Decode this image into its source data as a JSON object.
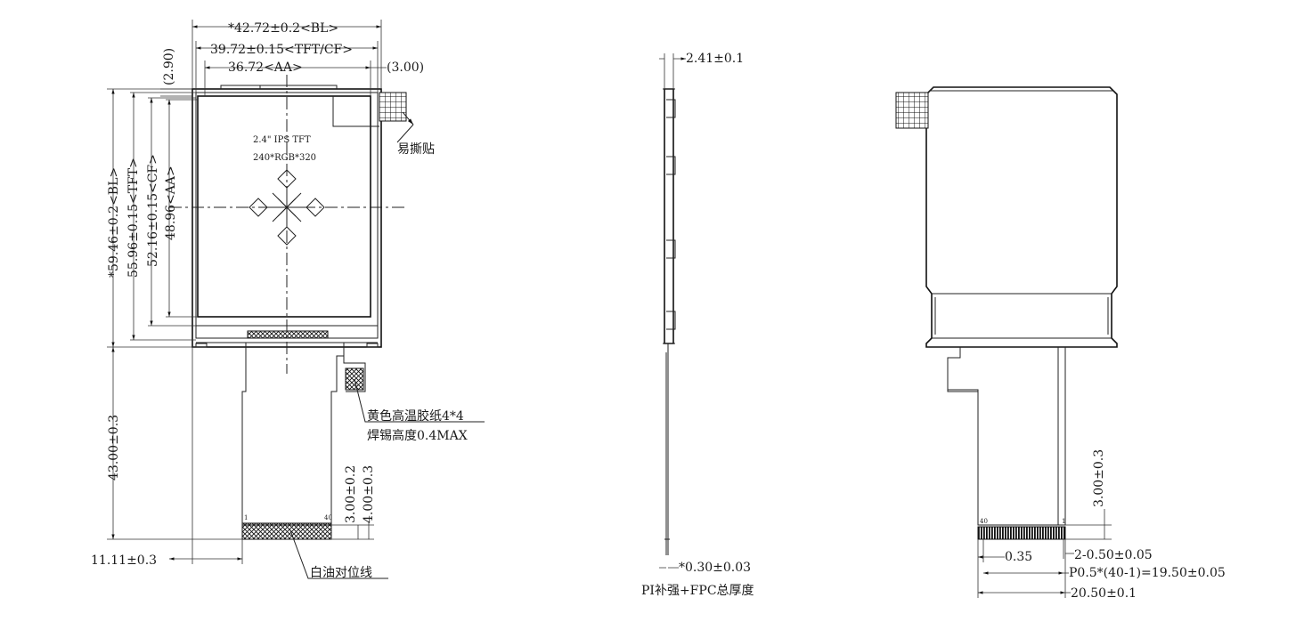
{
  "front_view": {
    "dim_bl_width": "*42.72±0.2<BL>",
    "dim_tft_width": "39.72±0.15<TFT/CF>",
    "dim_aa_width": "36.72<AA>",
    "dim_right_offset": "(3.00)",
    "dim_top_offset": "(2.90)",
    "dim_bl_height": "*59.46±0.2<BL>",
    "dim_tft_height": "55.96±0.15<TFT>",
    "dim_cf_height": "52.16±0.15<CF>",
    "dim_aa_height": "48.96<AA>",
    "panel_size": "2.4\" IPS TFT",
    "panel_resolution": "240*RGB*320",
    "easy_peel_label": "易撕贴",
    "fpc_length": "43.00±0.3",
    "fpc_offset": "11.11±0.3",
    "tape_note": "黄色高温胶纸4*4",
    "solder_note": "焊锡高度0.4MAX",
    "stiffener_3": "3.00±0.2",
    "stiffener_4": "4.00±0.3",
    "pin_first": "1",
    "pin_last": "40",
    "align_label": "白油对位线"
  },
  "side_view": {
    "dim_thickness": "2.41±0.1",
    "dim_fpc_thickness": "*0.30±0.03",
    "fpc_note": "PI补强+FPC总厚度"
  },
  "back_view": {
    "dim_stiffener": "3.00±0.3",
    "dim_pin_width": "2-0.50±0.05",
    "dim_gap": "0.35",
    "dim_pitch": "P0.5*(40-1)=19.50±0.05",
    "dim_total_width": "20.50±0.1",
    "pin_first": "1",
    "pin_last": "40"
  }
}
